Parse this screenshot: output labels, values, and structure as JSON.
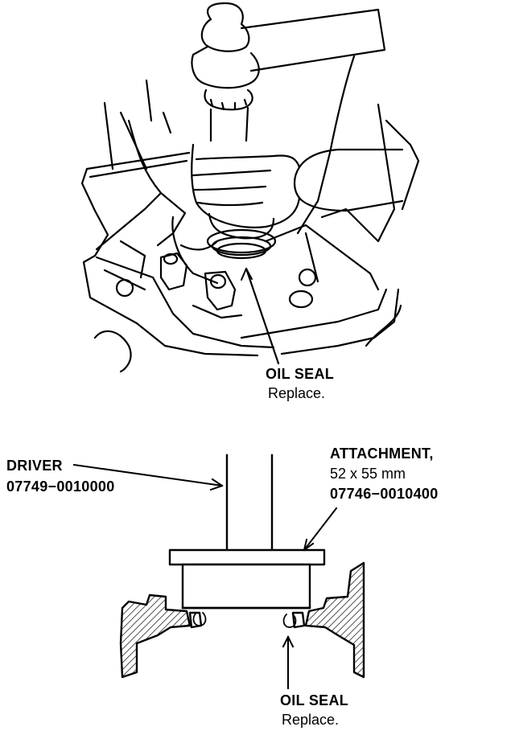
{
  "top_figure": {
    "oil_seal_label": "OIL SEAL",
    "oil_seal_note": "Replace."
  },
  "bottom_figure": {
    "driver_label": "DRIVER",
    "driver_part_no": "07749−0010000",
    "attachment_label": "ATTACHMENT,",
    "attachment_size": "52 x 55 mm",
    "attachment_part_no": "07746−0010400",
    "oil_seal_label": "OIL SEAL",
    "oil_seal_note": "Replace."
  },
  "colors": {
    "ink": "#000000",
    "paper": "#ffffff"
  }
}
